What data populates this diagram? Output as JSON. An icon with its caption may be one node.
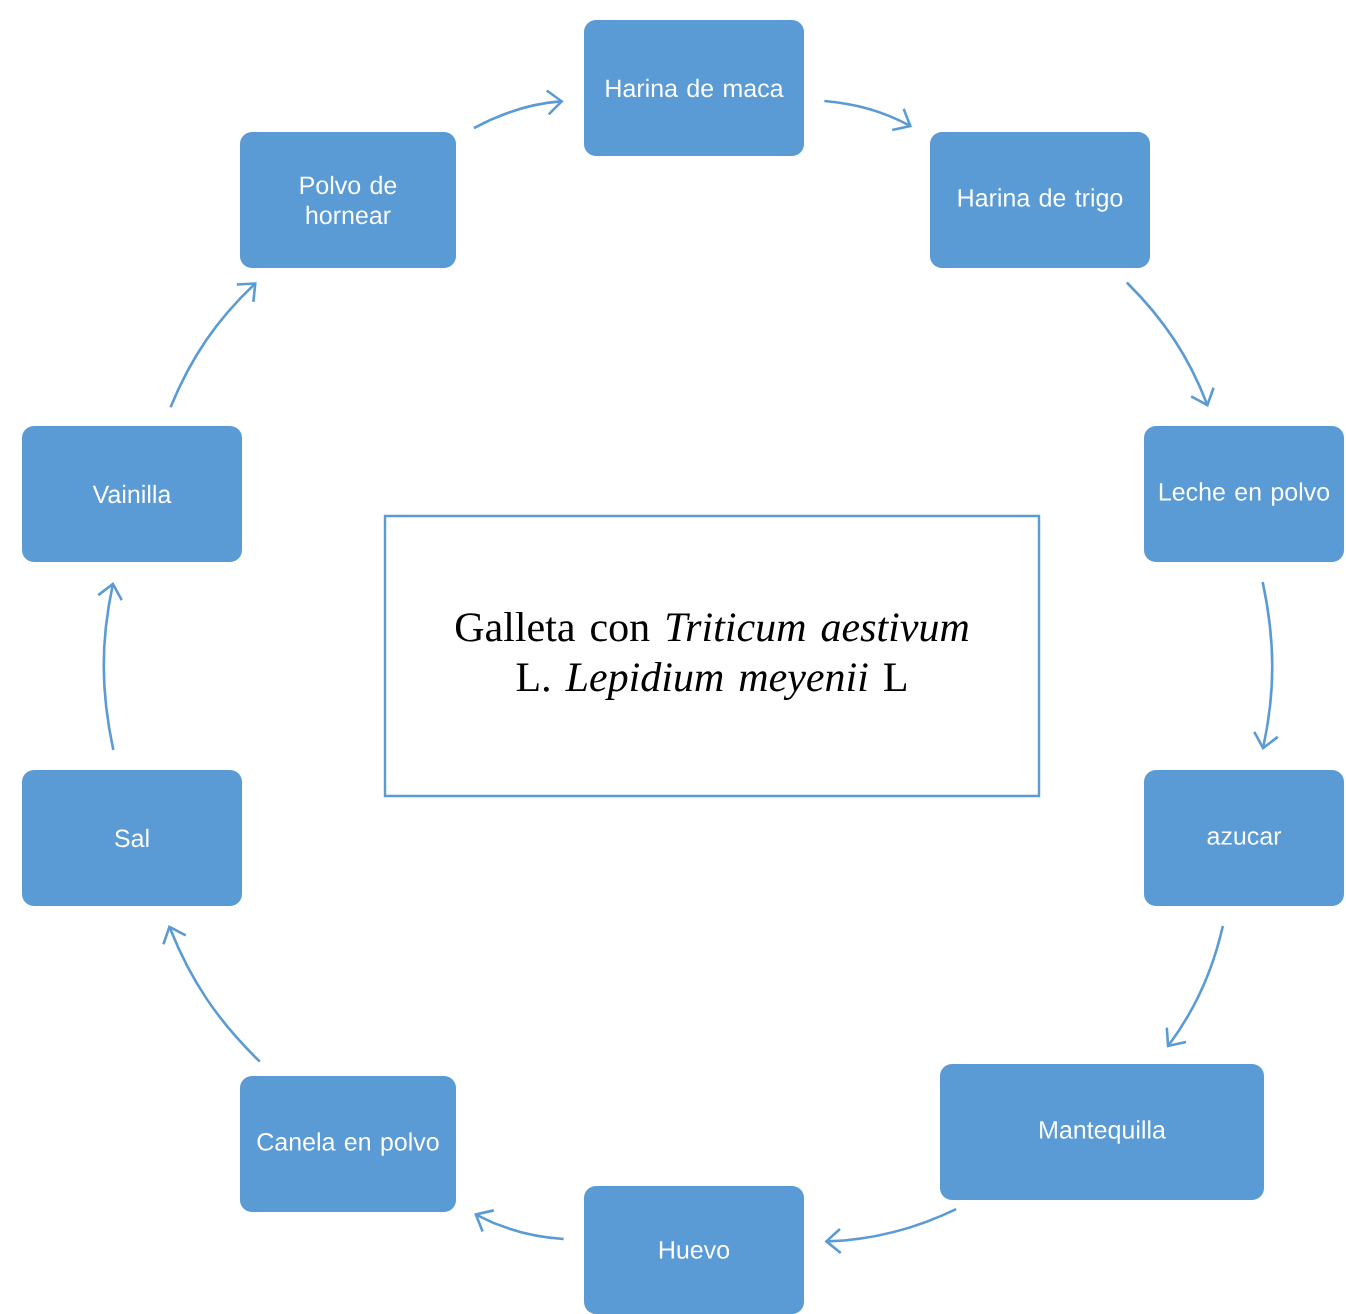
{
  "diagram": {
    "nodes": [
      {
        "text": [
          "Galleta con *Triticum aestivum* L. *Lepidium meyenii* L"
        ]
      },
      {
        "text": [
          "Harina de maca"
        ]
      },
      {
        "text": [
          "Harina de trigo"
        ]
      },
      {
        "text": [
          "Leche en polvo"
        ]
      },
      {
        "text": [
          "azucar"
        ]
      },
      {
        "text": [
          "Mantequilla"
        ]
      },
      {
        "text": [
          "Huevo"
        ]
      },
      {
        "text": [
          "Canela en polvo"
        ]
      },
      {
        "text": [
          "Sal"
        ]
      },
      {
        "text": [
          "Vainilla"
        ]
      },
      {
        "text": [
          "Polvo de hornear"
        ]
      }
    ],
    "edges": [
      {
        "from": 10,
        "to": 1,
        "arrow": "to"
      },
      {
        "from": 1,
        "to": 2,
        "arrow": "to"
      },
      {
        "from": 2,
        "to": 3,
        "arrow": "to"
      },
      {
        "from": 3,
        "to": 4,
        "arrow": "to"
      },
      {
        "from": 4,
        "to": 5,
        "arrow": "to"
      },
      {
        "from": 5,
        "to": 6,
        "arrow": "to"
      },
      {
        "from": 6,
        "to": 7,
        "arrow": "to"
      },
      {
        "from": 7,
        "to": 8,
        "arrow": "to"
      },
      {
        "from": 8,
        "to": 9,
        "arrow": "to"
      },
      {
        "from": 9,
        "to": 10,
        "arrow": "to"
      }
    ]
  }
}
